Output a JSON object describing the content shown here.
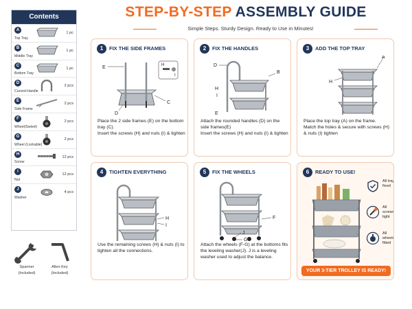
{
  "header": {
    "title_part1": "STEP-BY-STEP",
    "title_part2": "ASSEMBLY GUIDE",
    "subtitle": "Simple Steps. Sturdy Design. Ready to Use in Minutes!"
  },
  "contents": {
    "title": "Contents",
    "parts": [
      {
        "letter": "A",
        "name": "Top Tray",
        "qty": "1 pc",
        "icon": "tray-icon"
      },
      {
        "letter": "B",
        "name": "Middle Tray",
        "qty": "1 pc",
        "icon": "tray-icon"
      },
      {
        "letter": "C",
        "name": "Bottom Tray",
        "qty": "1 pc",
        "icon": "tray-icon"
      },
      {
        "letter": "D",
        "name": "Curved Handle",
        "qty": "2 pcs",
        "icon": "handle-icon"
      },
      {
        "letter": "E",
        "name": "Side Frame",
        "qty": "2 pcs",
        "icon": "frame-icon"
      },
      {
        "letter": "F",
        "name": "Wheel(Swivel)",
        "qty": "2 pcs",
        "icon": "wheel-icon"
      },
      {
        "letter": "G",
        "name": "Wheel (Lockable)",
        "qty": "2 pcs",
        "icon": "wheel-icon"
      },
      {
        "letter": "H",
        "name": "Screw",
        "qty": "12 pcs",
        "icon": "screw-icon"
      },
      {
        "letter": "I",
        "name": "Nut",
        "qty": "12 pcs",
        "icon": "nut-icon"
      },
      {
        "letter": "J",
        "name": "Washer",
        "qty": "4 pcs",
        "icon": "washer-icon"
      }
    ],
    "tools": [
      {
        "name": "Spanner",
        "note": "(Included)",
        "icon": "spanner-icon"
      },
      {
        "name": "Allen Key",
        "note": "(Included)",
        "icon": "allen-key-icon"
      }
    ]
  },
  "steps": [
    {
      "num": "1",
      "title": "FIX THE SIDE FRAMES",
      "labels": [
        "E",
        "H",
        "I",
        "D",
        "C"
      ],
      "lines": [
        "Place the 2 side frames (E) on the bottom tray (C).",
        "Insert the screws (H) and nuts (I) & tighten"
      ]
    },
    {
      "num": "2",
      "title": "FIX THE HANDLES",
      "labels": [
        "D",
        "B",
        "H",
        "I",
        "E"
      ],
      "lines": [
        "Attach the rounded handles (D) on the side frames(E)",
        "Insert the screws (H) and nuts (I) & tighten"
      ]
    },
    {
      "num": "3",
      "title": "ADD THE TOP TRAY",
      "labels": [
        "A",
        "H"
      ],
      "lines": [
        "Place the top tray (A) on the frame.",
        "Match the holes & secure with screws (H) & nuts (I) tighten"
      ]
    },
    {
      "num": "4",
      "title": "TIGHTEN EVERYTHING",
      "labels": [
        "H",
        "I"
      ],
      "lines": [
        "Use the remaining screws (H) & nuts (I) to tighten all the connections."
      ]
    },
    {
      "num": "5",
      "title": "FIX THE WHEELS",
      "labels": [
        "F",
        "J",
        "G"
      ],
      "lines": [
        "Attach the wheels (F-G) at the bottoms fits the leveling washer(J). J is a leveling washer used to adjust the balance."
      ]
    },
    {
      "num": "6",
      "title": "READY TO USE!",
      "labels": [],
      "lines": []
    }
  ],
  "ready": {
    "checks": [
      "All trays fixed",
      "All screws tight",
      "All wheels fitted"
    ],
    "banner": "YOUR 3-TIER TROLLEY IS READY!"
  },
  "colors": {
    "navy": "#22365a",
    "orange": "#f26b1f",
    "trolley": "#9aa0a8"
  }
}
